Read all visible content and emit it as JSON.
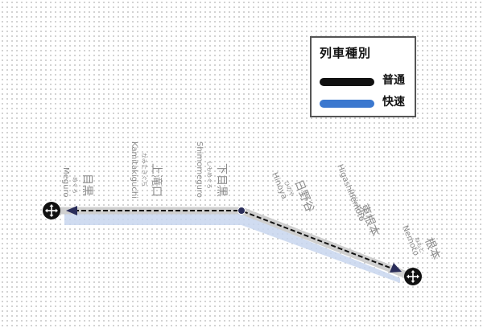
{
  "legend": {
    "title": "列車種別",
    "items": [
      {
        "label": "普通",
        "color": "#111111"
      },
      {
        "label": "快速",
        "color": "#3b78cf"
      }
    ]
  },
  "stations": [
    {
      "kanji": "目黒",
      "kana": "めぐろ",
      "roman": "Meguro"
    },
    {
      "kanji": "上滝口",
      "kana": "かみたきぐち",
      "roman": "Kamitakiguchi"
    },
    {
      "kanji": "下目黒",
      "kana": "しもめぐろ",
      "roman": "Shimomeguro"
    },
    {
      "kanji": "日野谷",
      "kana": "ひのや",
      "roman": "Hinoya"
    },
    {
      "kanji": "東根本",
      "kana": "ひがしねもと",
      "roman": "Higashinemoto"
    },
    {
      "kanji": "根本",
      "kana": "ねもと",
      "roman": "Nemoto"
    }
  ],
  "colors": {
    "local": "#111111",
    "rapid": "#3b78cf",
    "route_band": "#c8d6ee",
    "track_gray": "#cfcfcf",
    "station_text": "#8a8a8a",
    "arrow": "#2a2d5a"
  },
  "icons": {
    "endpoint": "move-icon",
    "junction": "node-dot-icon"
  }
}
